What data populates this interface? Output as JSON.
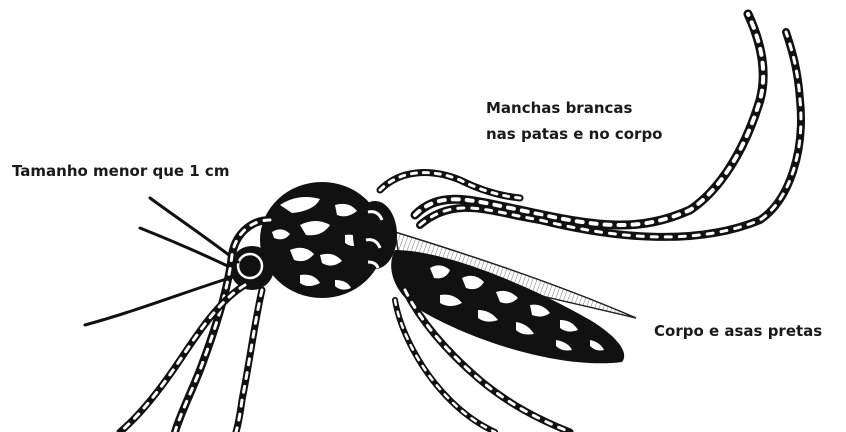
{
  "labels": {
    "size": "Tamanho menor que 1 cm",
    "spots_line1": "Manchas brancas",
    "spots_line2": "nas patas e no corpo",
    "body": "Corpo e asas pretas"
  },
  "colors": {
    "ink": "#111111",
    "paper": "#ffffff",
    "wing": "#8a8a8a"
  }
}
